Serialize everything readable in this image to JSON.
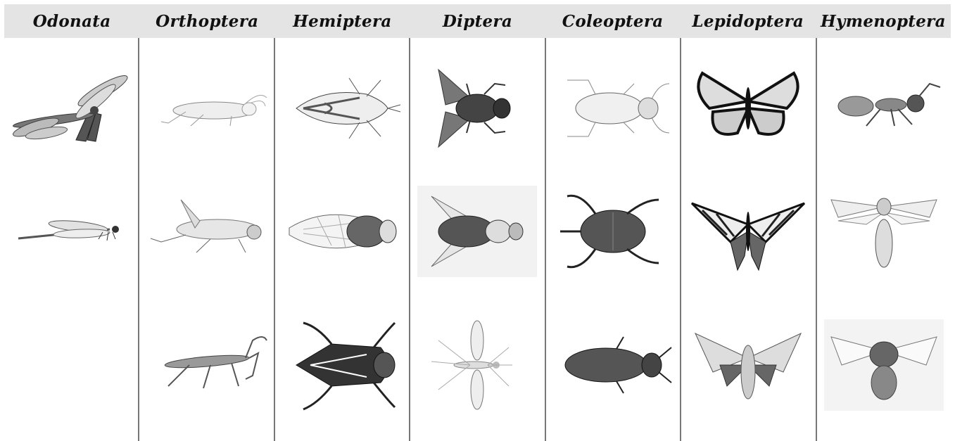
{
  "orders": [
    {
      "name": "Odonata",
      "insects": [
        "dragonfly-perched-icon",
        "damselfly-icon"
      ]
    },
    {
      "name": "Orthoptera",
      "insects": [
        "grasshopper-icon",
        "cricket-icon",
        "praying-mantis-icon"
      ]
    },
    {
      "name": "Hemiptera",
      "insects": [
        "leafhopper-icon",
        "cicada-icon",
        "giant-water-bug-icon"
      ]
    },
    {
      "name": "Diptera",
      "insects": [
        "housefly-icon",
        "horsefly-icon",
        "mosquito-icon"
      ]
    },
    {
      "name": "Coleoptera",
      "insects": [
        "longhorn-beetle-icon",
        "scarab-beetle-icon",
        "darkling-beetle-icon"
      ]
    },
    {
      "name": "Lepidoptera",
      "insects": [
        "monarch-butterfly-icon",
        "swallowtail-butterfly-icon",
        "moth-icon"
      ]
    },
    {
      "name": "Hymenoptera",
      "insects": [
        "ant-icon",
        "wasp-icon",
        "bee-icon"
      ]
    }
  ],
  "colors": {
    "header_bg": "#e4e4e4",
    "divider": "#777777",
    "ink": "#222222"
  }
}
